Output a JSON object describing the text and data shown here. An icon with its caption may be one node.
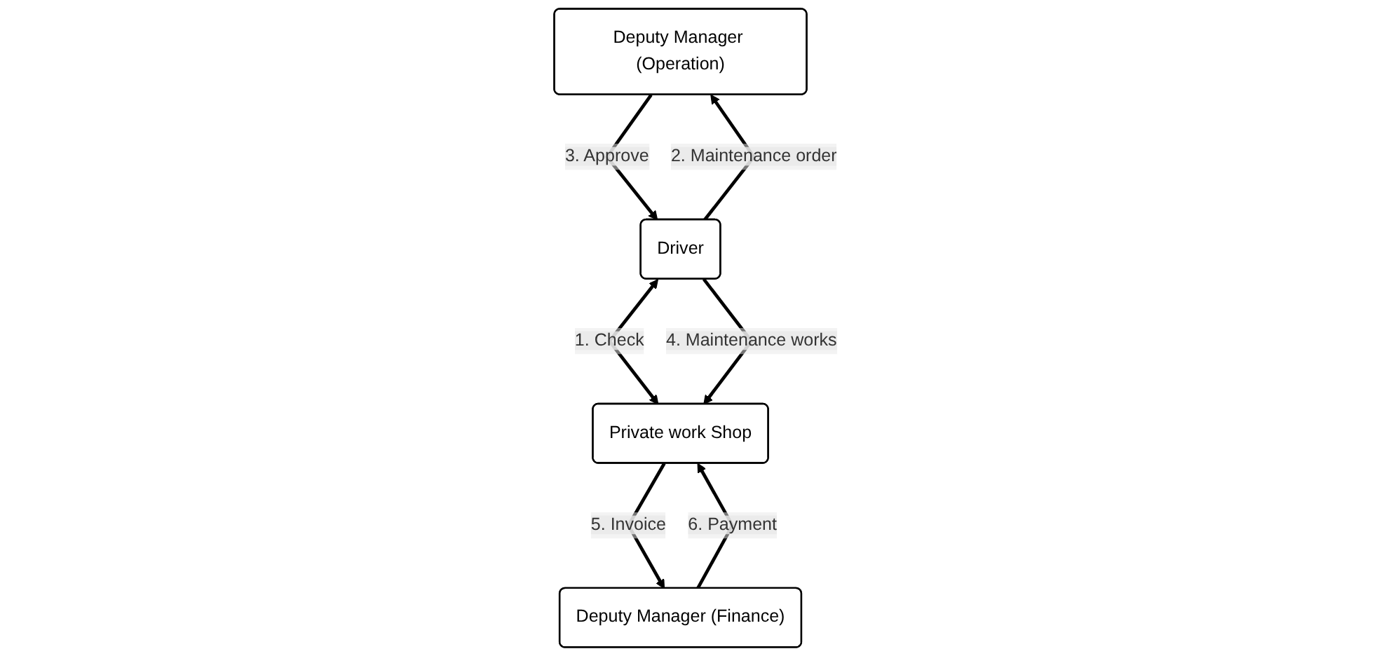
{
  "diagram": {
    "nodes": [
      {
        "text": [
          "Deputy Manager (Operation)"
        ]
      },
      {
        "text": [
          "Deputy Manager (Finance)"
        ]
      },
      {
        "text": [
          "Driver"
        ]
      },
      {
        "text": [
          "Private work Shop"
        ]
      }
    ],
    "edges": [
      {
        "from": 2,
        "to": 3,
        "arrow": "both",
        "label": "1. Check"
      },
      {
        "from": 2,
        "to": 0,
        "arrow": "to",
        "label": "2. Maintenance order"
      },
      {
        "from": 0,
        "to": 2,
        "arrow": "to",
        "label": "3. Approve"
      },
      {
        "from": 2,
        "to": 3,
        "arrow": "to",
        "label": "4. Maintenance works"
      },
      {
        "from": 3,
        "to": 1,
        "arrow": "to",
        "label": "5. Invoice"
      },
      {
        "from": 1,
        "to": 3,
        "arrow": "to",
        "label": "6. Payment"
      }
    ]
  }
}
